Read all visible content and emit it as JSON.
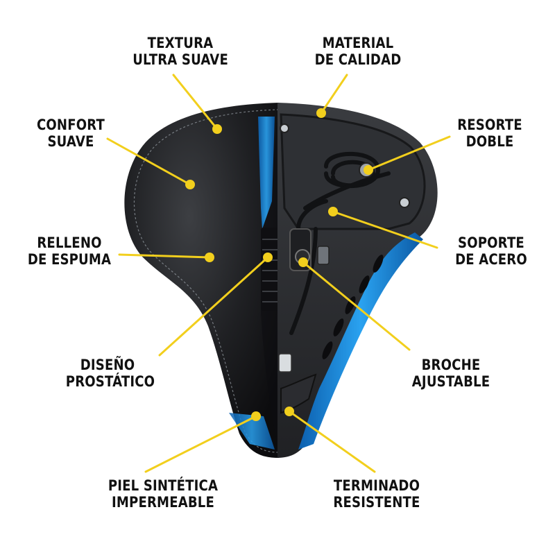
{
  "colors": {
    "accent": "#f2cf1d",
    "seat_black": "#1b1c1e",
    "gel_blue": "#1a8fe3",
    "frame": "#2b2d30"
  },
  "labels": {
    "textura": [
      "TEXTURA",
      "ULTRA SUAVE"
    ],
    "material": [
      "MATERIAL",
      "DE CALIDAD"
    ],
    "confort": [
      "CONFORT",
      "SUAVE"
    ],
    "resorte": [
      "RESORTE",
      "DOBLE"
    ],
    "relleno": [
      "RELLENO",
      "DE ESPUMA"
    ],
    "soporte": [
      "SOPORTE",
      "DE ACERO"
    ],
    "diseno": [
      "DISEÑO",
      "PROSTÁTICO"
    ],
    "broche": [
      "BROCHE",
      "AJUSTABLE"
    ],
    "piel": [
      "PIEL SINTÉTICA",
      "IMPERMEABLE"
    ],
    "terminado": [
      "TERMINADO",
      "RESISTENTE"
    ]
  }
}
